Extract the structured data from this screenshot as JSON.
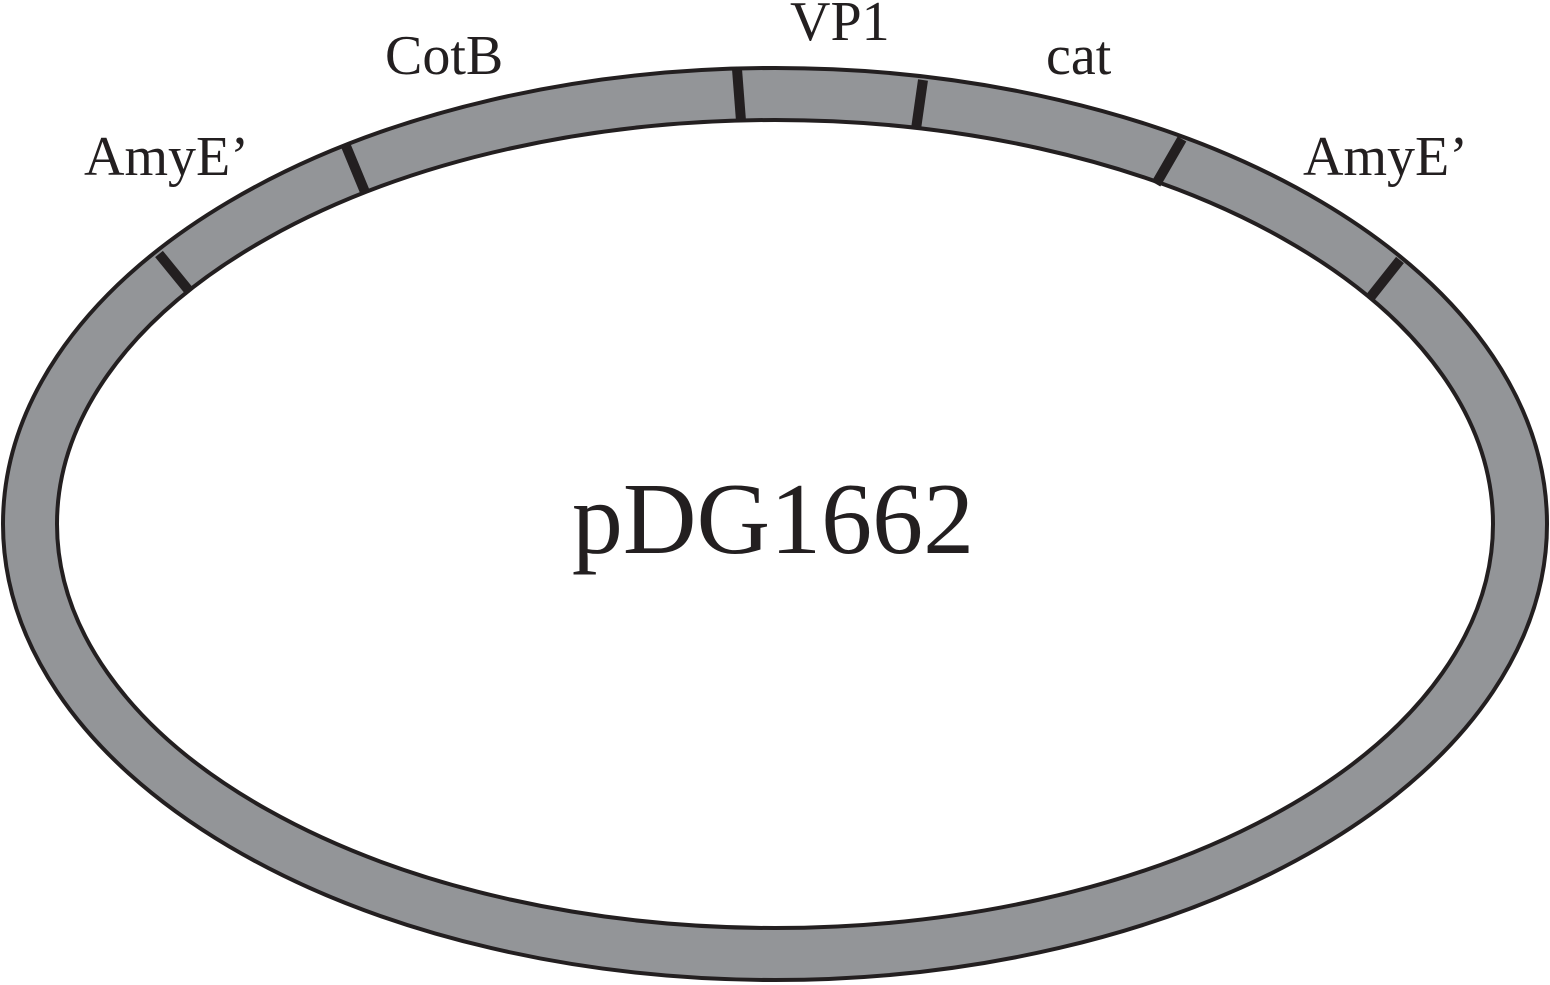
{
  "plasmid": {
    "name": "pDG1662",
    "segments": [
      {
        "label": "AmyE’"
      },
      {
        "label": "CotB"
      },
      {
        "label": "VP1"
      },
      {
        "label": "cat"
      },
      {
        "label": "AmyE’"
      }
    ]
  },
  "colors": {
    "ring_fill": "#939598",
    "stroke": "#231f20",
    "background": "#ffffff"
  }
}
